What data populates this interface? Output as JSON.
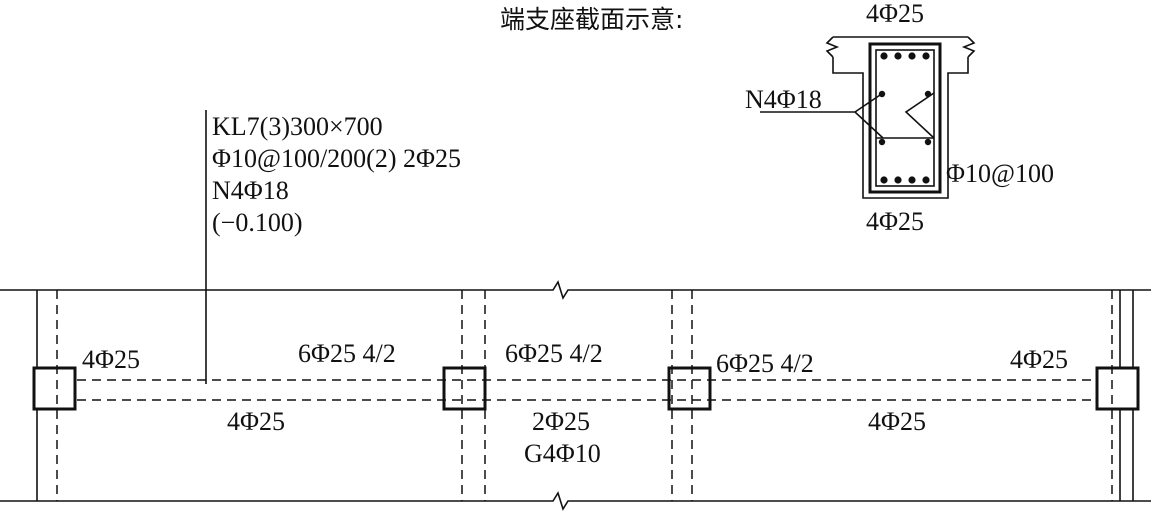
{
  "section": {
    "title": "端支座截面示意:",
    "top_bars": "4Φ25",
    "side_bars": "N4Φ18",
    "stirrups": "Φ10@100",
    "bottom_bars": "4Φ25"
  },
  "beam_annotation": {
    "line1": "KL7(3)300×700",
    "line2": "Φ10@100/200(2) 2Φ25",
    "line3": "N4Φ18",
    "line4": "(−0.100)"
  },
  "spans": {
    "left_support_top": "4Φ25",
    "span1_top_right": "6Φ25  4/2",
    "span1_bottom": "4Φ25",
    "span2_top": "6Φ25 4/2",
    "span2_bottom": "2Φ25",
    "span2_side": "G4Φ10",
    "span3_top_left": "6Φ25 4/2",
    "span3_top_right": "4Φ25",
    "span3_bottom": "4Φ25"
  }
}
